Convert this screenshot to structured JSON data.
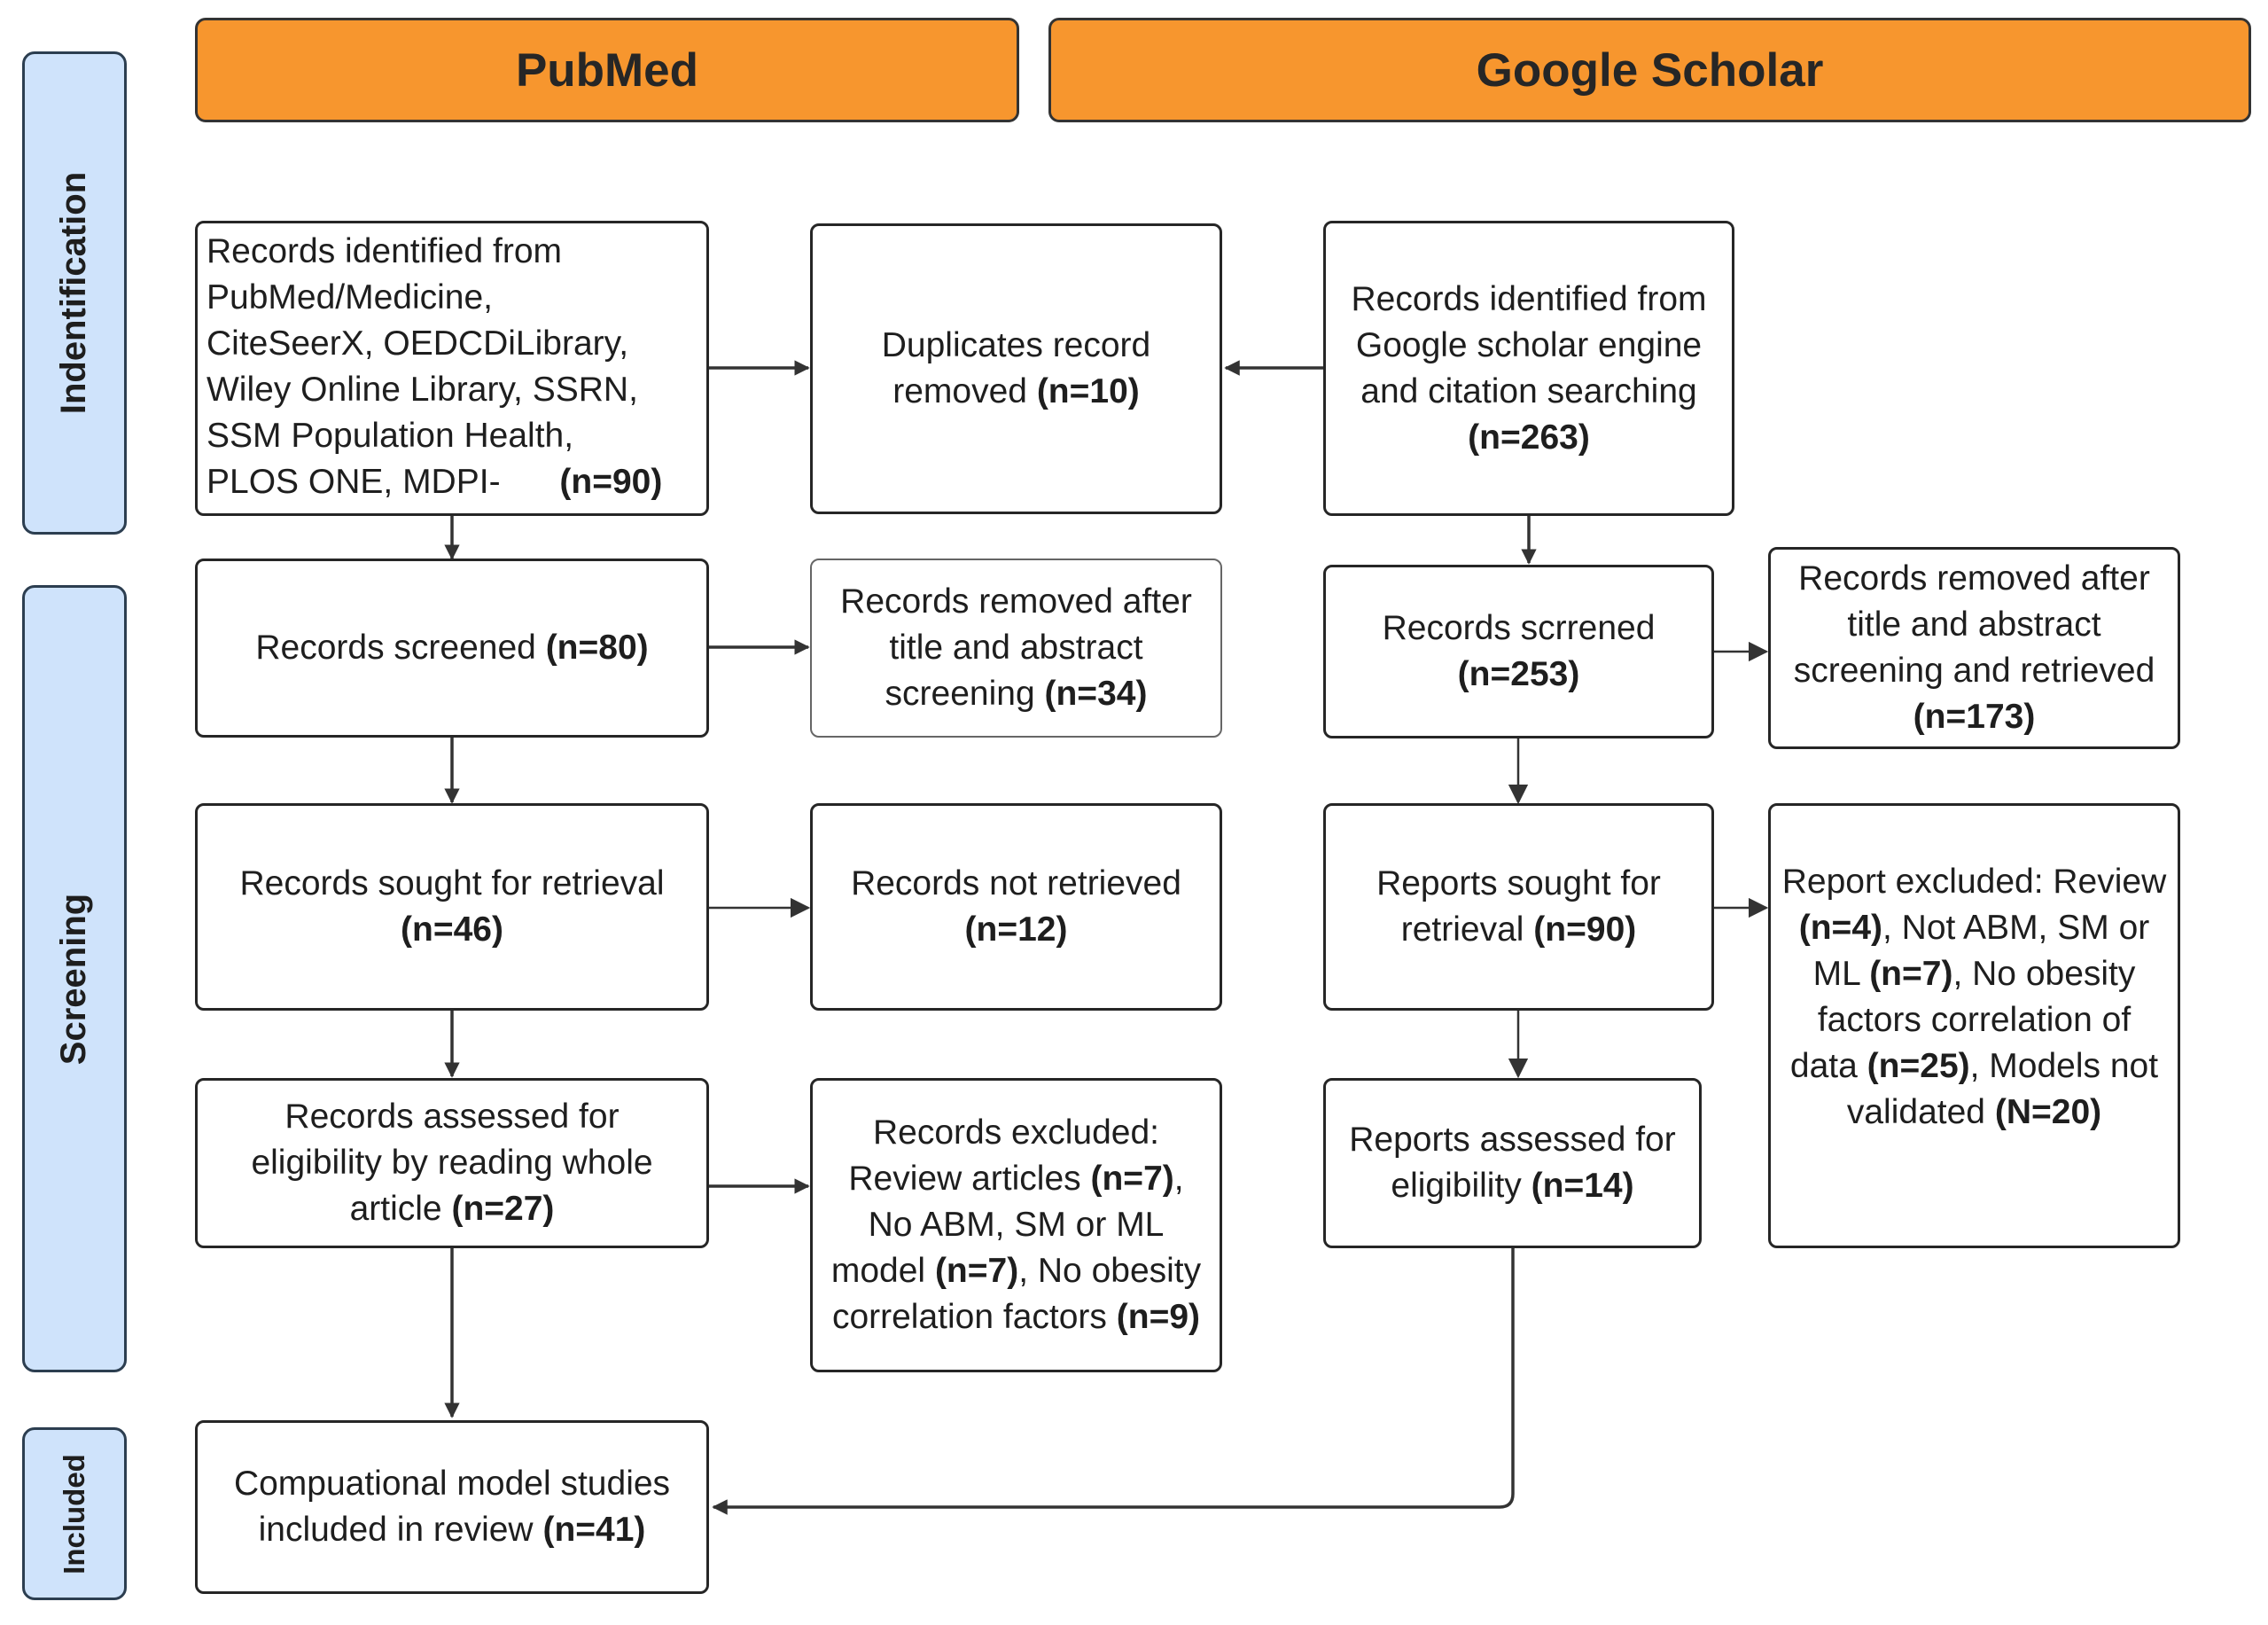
{
  "sources": {
    "left": "PubMed",
    "right": "Google Scholar"
  },
  "stages": {
    "identification": "Indentification",
    "screening": "Screening",
    "included": "Included"
  },
  "nodes": {
    "pm_identified": {
      "lines": [
        "Records identified from",
        "PubMed/Medicine,",
        "CiteSeerX, OEDCDiLibrary,",
        "Wiley Online Library, SSRN,",
        "SSM Population Health,",
        "PLOS ONE, MDPI-"
      ],
      "count": "(n=90)"
    },
    "duplicates": {
      "text": "Duplicates record removed",
      "count": "(n=10)"
    },
    "gs_identified": {
      "text": "Records identified from Google scholar engine and citation searching",
      "count": "(n=263)"
    },
    "pm_screened": {
      "text": "Records screened",
      "count": "(n=80)"
    },
    "pm_removed_title": {
      "text": "Records removed after title and abstract screening",
      "count": "(n=34)"
    },
    "gs_screened": {
      "text": "Records scrrened",
      "count": "(n=253)"
    },
    "gs_removed_title": {
      "text": "Records removed after title and abstract screening and retrieved",
      "count": "(n=173)"
    },
    "pm_sought": {
      "text": "Records sought for retrieval",
      "count": "(n=46)"
    },
    "pm_not_retrieved": {
      "text": "Records not retrieved",
      "count": "(n=12)"
    },
    "gs_sought": {
      "text": "Reports sought for retrieval",
      "count": "(n=90)"
    },
    "gs_excluded": {
      "p1": "Report excluded: Review",
      "c1": "(n=4)",
      "p2": ", Not ABM, SM or ML",
      "c2": "(n=7)",
      "p3": ", No obesity factors correlation of data",
      "c3": "(n=25)",
      "p4": ", Models not validated",
      "c4": "(N=20)"
    },
    "pm_assessed": {
      "text": "Records assessed for eligibility by reading whole article",
      "count": "(n=27)"
    },
    "pm_excluded": {
      "p1": "Records excluded: Review articles",
      "c1": "(n=7)",
      "p2": ", No ABM, SM or ML model",
      "c2": "(n=7)",
      "p3": ", No obesity correlation factors",
      "c3": "(n=9)"
    },
    "gs_assessed": {
      "text": "Reports assessed for eligibility",
      "count": "(n=14)"
    },
    "included": {
      "text": "Compuational model studies included in review",
      "count": "(n=41)"
    }
  }
}
